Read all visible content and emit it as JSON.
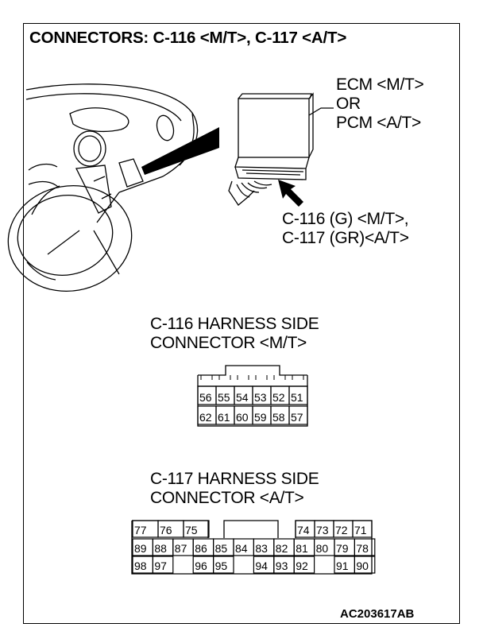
{
  "title": "CONNECTORS: C-116 <M/T>, C-117 <A/T>",
  "figure_id": "AC203617AB",
  "callouts": {
    "ecm": "ECM <M/T>",
    "or": "OR",
    "pcm": "PCM <A/T>",
    "connector_line1": "C-116 (G) <M/T>,",
    "connector_line2": "C-117 (GR)<A/T>"
  },
  "c116": {
    "heading1": "C-116 HARNESS SIDE",
    "heading2": "CONNECTOR <M/T>",
    "rows": [
      [
        "56",
        "55",
        "54",
        "53",
        "52",
        "51"
      ],
      [
        "62",
        "61",
        "60",
        "59",
        "58",
        "57"
      ]
    ]
  },
  "c117": {
    "heading1": "C-117 HARNESS SIDE",
    "heading2": "CONNECTOR <A/T>",
    "row1_left": [
      "77",
      "76",
      "75"
    ],
    "row1_right": [
      "74",
      "73",
      "72",
      "71"
    ],
    "row2": [
      "89",
      "88",
      "87",
      "86",
      "85",
      "84",
      "83",
      "82",
      "81",
      "80",
      "79",
      "78"
    ],
    "row3": [
      "98",
      "97",
      "",
      "96",
      "95",
      "",
      "94",
      "93",
      "92",
      "",
      "91",
      "90"
    ]
  }
}
